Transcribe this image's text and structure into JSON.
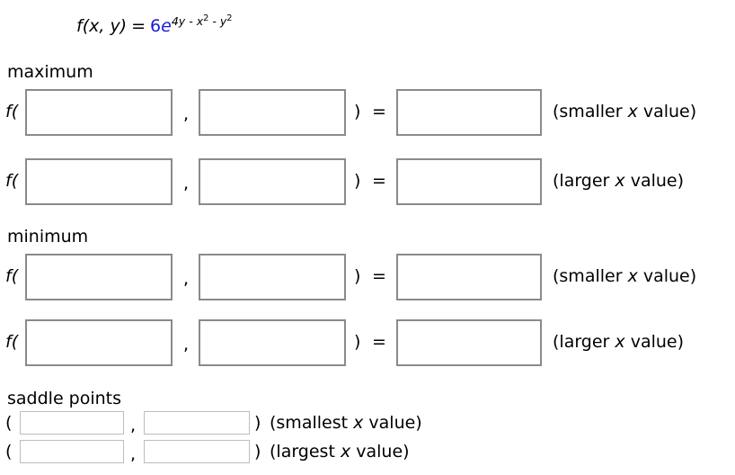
{
  "formula": {
    "fn_name": "f",
    "args": "(x, y)",
    "equals": "=",
    "coefficient": "6",
    "base": "e",
    "exponent": "4y - x",
    "exp_pow_1": "2",
    "exp_tail": " - y",
    "exp_pow_2": "2",
    "full_text": "f(x, y) = 6e^(4y - x^2 - y^2)",
    "accent_color": "#1a1ad6"
  },
  "sections": {
    "maximum": {
      "heading": "maximum",
      "rows": [
        {
          "lead": "f(",
          "comma": ",",
          "close_paren": ")",
          "equals": "=",
          "x_value": "",
          "y_value": "",
          "result_value": "",
          "note": "(smaller x value)",
          "note_prefix": "(smaller ",
          "note_var": "x",
          "note_suffix": " value)"
        },
        {
          "lead": "f(",
          "comma": ",",
          "close_paren": ")",
          "equals": "=",
          "x_value": "",
          "y_value": "",
          "result_value": "",
          "note": "(larger x value)",
          "note_prefix": "(larger ",
          "note_var": "x",
          "note_suffix": " value)"
        }
      ]
    },
    "minimum": {
      "heading": "minimum",
      "rows": [
        {
          "lead": "f(",
          "comma": ",",
          "close_paren": ")",
          "equals": "=",
          "x_value": "",
          "y_value": "",
          "result_value": "",
          "note": "(smaller x value)",
          "note_prefix": "(smaller ",
          "note_var": "x",
          "note_suffix": " value)"
        },
        {
          "lead": "f(",
          "comma": ",",
          "close_paren": ")",
          "equals": "=",
          "x_value": "",
          "y_value": "",
          "result_value": "",
          "note": "(larger x value)",
          "note_prefix": "(larger ",
          "note_var": "x",
          "note_suffix": " value)"
        }
      ]
    },
    "saddle": {
      "heading": "saddle points",
      "rows": [
        {
          "open_paren": "(",
          "comma": ",",
          "close_paren": ")",
          "x_value": "",
          "y_value": "",
          "note": "(smallest x value)",
          "note_prefix": "(smallest ",
          "note_var": "x",
          "note_suffix": " value)"
        },
        {
          "open_paren": "(",
          "comma": ",",
          "close_paren": ")",
          "x_value": "",
          "y_value": "",
          "note": "(largest x value)",
          "note_prefix": "(largest ",
          "note_var": "x",
          "note_suffix": " value)"
        }
      ]
    }
  }
}
